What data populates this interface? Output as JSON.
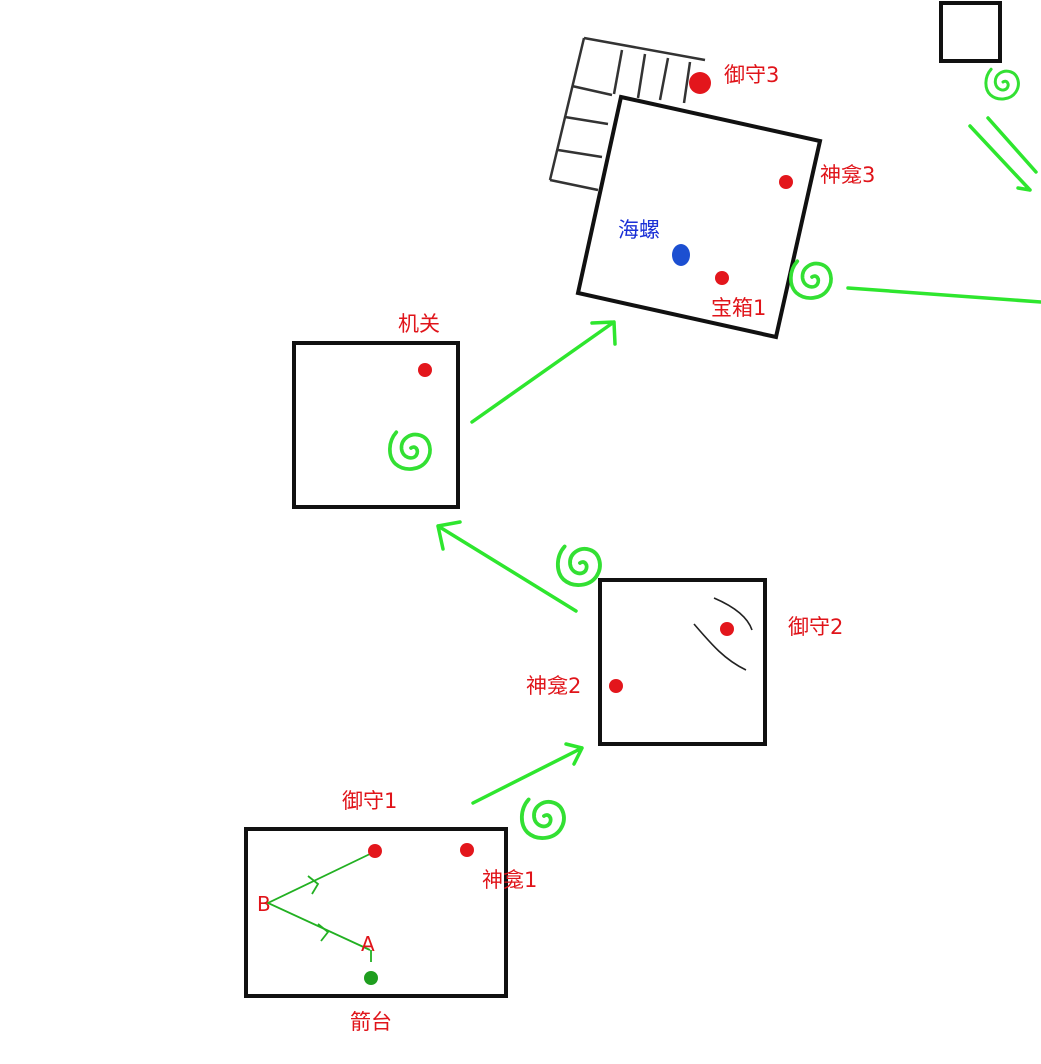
{
  "colors": {
    "marker_red": "#e3161c",
    "marker_green": "#1f9e1f",
    "marker_blue": "#1c4fd1",
    "label_red": "#e0141a",
    "label_blue": "#1a2fd6",
    "arrow_green": "#2ee62e"
  },
  "labels": {
    "omamori3": "御守3",
    "shrine3": "神龛3",
    "conch": "海螺",
    "chest1": "宝箱1",
    "mechanism": "机关",
    "omamori2": "御守2",
    "shrine2": "神龛2",
    "omamori1": "御守1",
    "shrine1": "神龛1",
    "point_b": "B",
    "point_a": "A",
    "arrow_tower": "箭台"
  },
  "icons": [
    "swirl-icon",
    "arrow-icon"
  ]
}
